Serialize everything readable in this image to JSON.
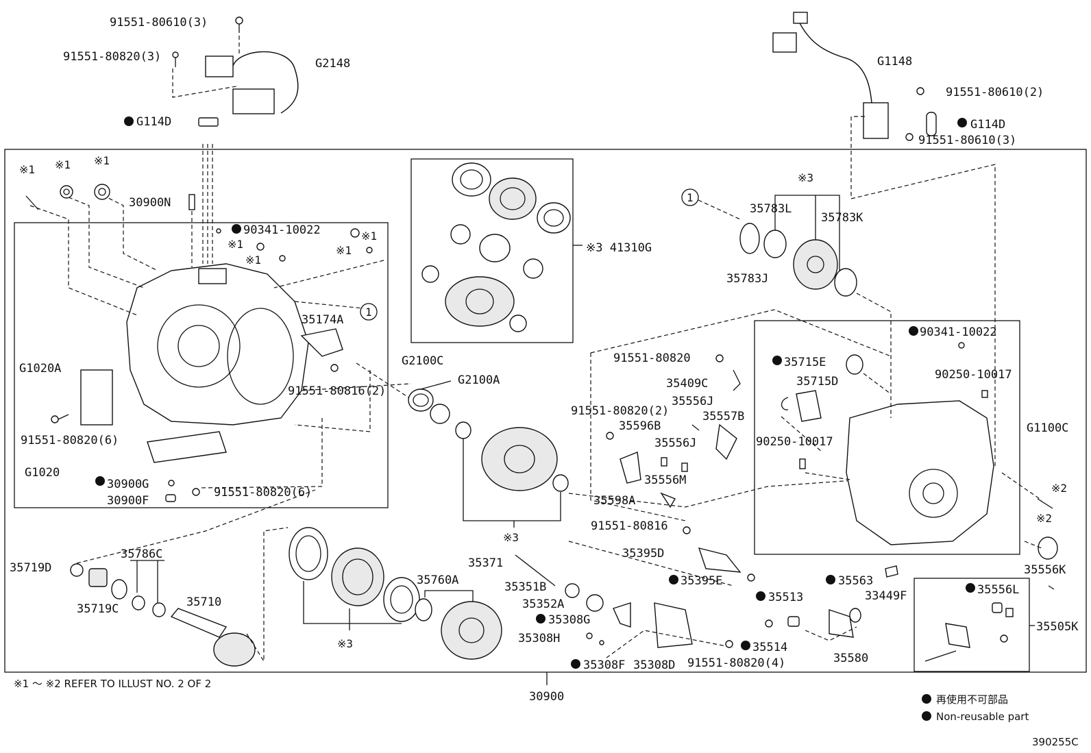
{
  "diagram": {
    "illustration_id": "390255C",
    "main_assembly": "30900",
    "footnote": "※1 ～ ※2 REFER TO ILLUST NO. 2 OF 2",
    "legend": {
      "non_reusable_jp": "再使用不可部品",
      "non_reusable_en": "Non-reusable part"
    },
    "labels": [
      {
        "id": "l1",
        "text": "91551-80610(3)"
      },
      {
        "id": "l2",
        "text": "91551-80820(3)"
      },
      {
        "id": "l3",
        "text": "G2148"
      },
      {
        "id": "l4",
        "text": "G114D"
      },
      {
        "id": "l5",
        "text": "※1"
      },
      {
        "id": "l6",
        "text": "※1"
      },
      {
        "id": "l7",
        "text": "※1"
      },
      {
        "id": "l8",
        "text": "30900N"
      },
      {
        "id": "l9",
        "text": "90341-10022"
      },
      {
        "id": "l10",
        "text": "※1"
      },
      {
        "id": "l11",
        "text": "※1"
      },
      {
        "id": "l12",
        "text": "※1"
      },
      {
        "id": "l13",
        "text": "※1"
      },
      {
        "id": "l14",
        "text": "35174A"
      },
      {
        "id": "l15",
        "text": "G2100C"
      },
      {
        "id": "l16",
        "text": "G1020A"
      },
      {
        "id": "l17",
        "text": "91551-80816(2)"
      },
      {
        "id": "l18",
        "text": "91551-80820(6)"
      },
      {
        "id": "l19",
        "text": "G1020"
      },
      {
        "id": "l20",
        "text": "30900G"
      },
      {
        "id": "l21",
        "text": "30900F"
      },
      {
        "id": "l22",
        "text": "91551-80820(6)"
      },
      {
        "id": "l23",
        "text": "※3 41310G"
      },
      {
        "id": "l24",
        "text": "G2100A"
      },
      {
        "id": "l25",
        "text": "※3"
      },
      {
        "id": "l26",
        "text": "35719D"
      },
      {
        "id": "l27",
        "text": "35786C"
      },
      {
        "id": "l28",
        "text": "35719C"
      },
      {
        "id": "l29",
        "text": "35710"
      },
      {
        "id": "l30",
        "text": "35760A"
      },
      {
        "id": "l31",
        "text": "※3"
      },
      {
        "id": "l32",
        "text": "35371"
      },
      {
        "id": "l33",
        "text": "35351B"
      },
      {
        "id": "l34",
        "text": "35352A"
      },
      {
        "id": "l35",
        "text": "35308G"
      },
      {
        "id": "l36",
        "text": "35308H"
      },
      {
        "id": "l37",
        "text": "35308F"
      },
      {
        "id": "l38",
        "text": "35308D"
      },
      {
        "id": "l39",
        "text": "G1148"
      },
      {
        "id": "l40",
        "text": "91551-80610(2)"
      },
      {
        "id": "l41",
        "text": "G114D"
      },
      {
        "id": "l42",
        "text": "91551-80610(3)"
      },
      {
        "id": "l43",
        "text": "※3"
      },
      {
        "id": "l44",
        "text": "35783L"
      },
      {
        "id": "l45",
        "text": "35783K"
      },
      {
        "id": "l46",
        "text": "35783J"
      },
      {
        "id": "l47",
        "text": "90341-10022"
      },
      {
        "id": "l48",
        "text": "91551-80820"
      },
      {
        "id": "l49",
        "text": "35715E"
      },
      {
        "id": "l50",
        "text": "35715D"
      },
      {
        "id": "l51",
        "text": "90250-10017"
      },
      {
        "id": "l52",
        "text": "35409C"
      },
      {
        "id": "l53",
        "text": "35556J"
      },
      {
        "id": "l54",
        "text": "91551-80820(2)"
      },
      {
        "id": "l55",
        "text": "35557B"
      },
      {
        "id": "l56",
        "text": "35596B"
      },
      {
        "id": "l57",
        "text": "35556J"
      },
      {
        "id": "l58",
        "text": "90250-10017"
      },
      {
        "id": "l59",
        "text": "G1100C"
      },
      {
        "id": "l60",
        "text": "35556M"
      },
      {
        "id": "l61",
        "text": "35598A"
      },
      {
        "id": "l62",
        "text": "※2"
      },
      {
        "id": "l63",
        "text": "91551-80816"
      },
      {
        "id": "l64",
        "text": "※2"
      },
      {
        "id": "l65",
        "text": "35395D"
      },
      {
        "id": "l66",
        "text": "35556K"
      },
      {
        "id": "l67",
        "text": "35395E"
      },
      {
        "id": "l68",
        "text": "35563"
      },
      {
        "id": "l69",
        "text": "33449F"
      },
      {
        "id": "l70",
        "text": "35556L"
      },
      {
        "id": "l71",
        "text": "35513"
      },
      {
        "id": "l72",
        "text": "35505K"
      },
      {
        "id": "l73",
        "text": "35514"
      },
      {
        "id": "l74",
        "text": "91551-80820(4)"
      },
      {
        "id": "l75",
        "text": "35580"
      },
      {
        "id": "l76",
        "text": "1"
      },
      {
        "id": "l77",
        "text": "1"
      }
    ]
  }
}
